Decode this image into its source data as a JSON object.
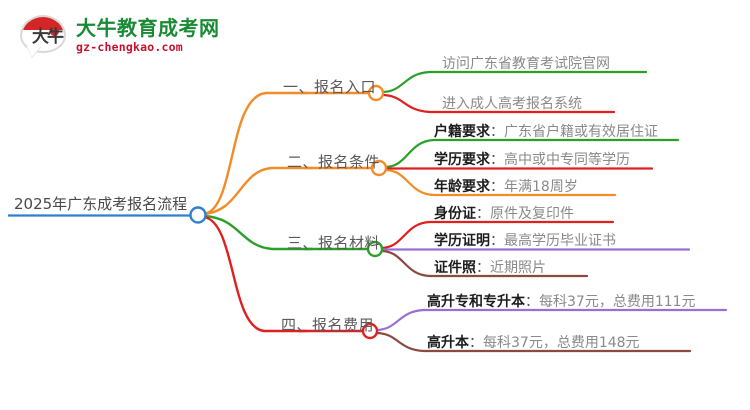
{
  "logo": {
    "mark_char": "大牛",
    "title": "大牛教育成考网",
    "subtitle": "gz-chengkao.com",
    "title_color": "#1a8a34",
    "subtitle_color": "#c8102e",
    "mark_color": "#d42626"
  },
  "mindmap": {
    "root": {
      "label": "2025年广东成考报名流程",
      "node_color": "#2f7fd1",
      "underline_color": "#2f7fd1"
    },
    "branches": [
      {
        "label": "一、报名入口",
        "line_color": "#f28c28",
        "node_color": "#f28c28",
        "children": [
          {
            "label": "",
            "text": "访问广东省教育考试院官网",
            "underline_color": "#2aa02a"
          },
          {
            "label": "",
            "text": "进入成人高考报名系统",
            "underline_color": "#e02020"
          }
        ]
      },
      {
        "label": "二、报名条件",
        "line_color": "#f28c28",
        "node_color": "#f28c28",
        "children": [
          {
            "label": "户籍要求",
            "text": "广东省户籍或有效居住证",
            "underline_color": "#2aa02a"
          },
          {
            "label": "学历要求",
            "text": "高中或中专同等学历",
            "underline_color": "#e02020"
          },
          {
            "label": "年龄要求",
            "text": "年满18周岁",
            "underline_color": "#f28c28"
          }
        ]
      },
      {
        "label": "三、报名材料",
        "line_color": "#2aa02a",
        "node_color": "#2aa02a",
        "children": [
          {
            "label": "身份证",
            "text": "原件及复印件",
            "underline_color": "#e02020"
          },
          {
            "label": "学历证明",
            "text": "最高学历毕业证书",
            "underline_color": "#9a6fd4"
          },
          {
            "label": "证件照",
            "text": "近期照片",
            "underline_color": "#8b4a3f"
          }
        ]
      },
      {
        "label": "四、报名费用",
        "line_color": "#e02020",
        "node_color": "#e02020",
        "children": [
          {
            "label": "高升专和专升本",
            "text": "每科37元，总费用111元",
            "underline_color": "#9a6fd4"
          },
          {
            "label": "高升本",
            "text": "每科37元，总费用148元",
            "underline_color": "#8b4a3f"
          }
        ]
      }
    ],
    "separator": "："
  }
}
